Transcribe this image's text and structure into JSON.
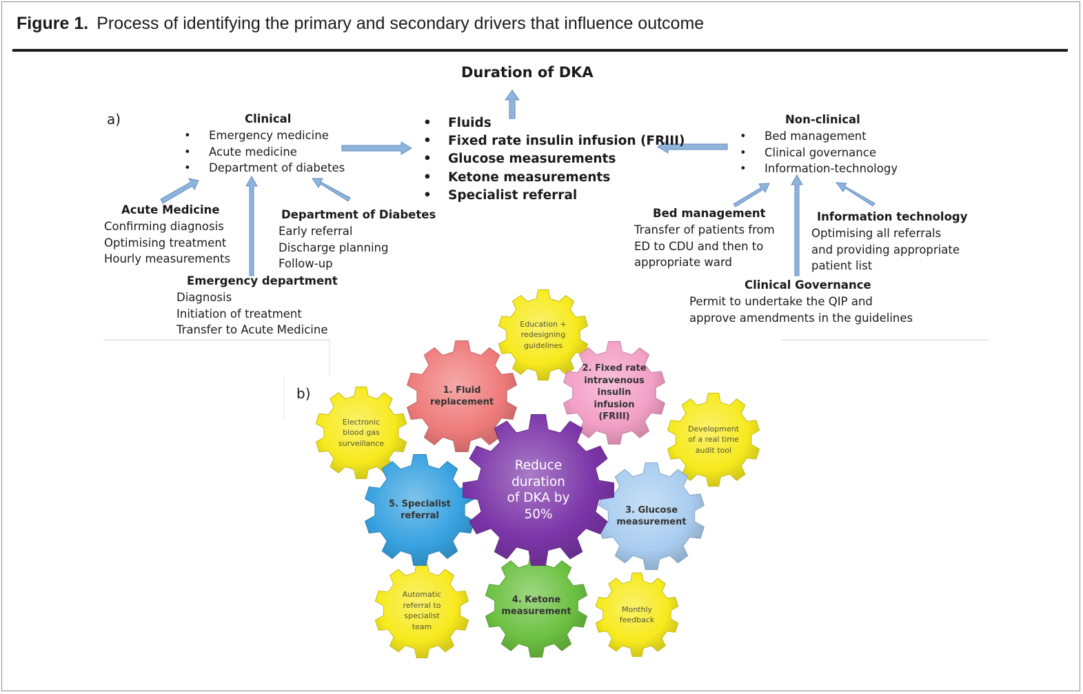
{
  "figure": {
    "label": "Figure 1.",
    "title": "Process of identifying the primary and secondary drivers that influence outcome"
  },
  "panel_a": {
    "label": "a)",
    "outcome": "Duration of DKA",
    "primary_drivers": [
      "Fluids",
      "Fixed rate insulin infusion (FRIII)",
      "Glucose measurements",
      "Ketone  measurements",
      "Specialist referral"
    ],
    "clinical": {
      "title": "Clinical",
      "items": [
        "Emergency medicine",
        "Acute medicine",
        "Department of diabetes"
      ]
    },
    "non_clinical": {
      "title": "Non-clinical",
      "items": [
        "Bed management",
        "Clinical governance",
        "Information-technology"
      ]
    },
    "acute_medicine": {
      "title": "Acute Medicine",
      "lines": [
        "Confirming diagnosis",
        "Optimising treatment",
        "Hourly measurements"
      ]
    },
    "department_of_diabetes": {
      "title": "Department of Diabetes",
      "lines": [
        "Early referral",
        "Discharge planning",
        "Follow-up"
      ]
    },
    "emergency_department": {
      "title": "Emergency department",
      "lines": [
        "Diagnosis",
        "Initiation of treatment",
        "Transfer to Acute Medicine"
      ]
    },
    "bed_management": {
      "title": "Bed management",
      "lines": [
        "Transfer of patients from",
        "ED to CDU and then to",
        "appropriate ward"
      ]
    },
    "information_technology": {
      "title": "Information technology",
      "lines": [
        "Optimising all referrals",
        "and providing appropriate",
        "patient list"
      ]
    },
    "clinical_governance": {
      "title": "Clinical Governance",
      "lines": [
        "Permit to undertake the QIP and",
        "approve amendments in the guidelines"
      ]
    }
  },
  "panel_b": {
    "label": "b)",
    "center": {
      "lines": [
        "Reduce",
        "duration",
        "of DKA by",
        "50%"
      ],
      "color": "#7b35a8"
    },
    "primary": [
      {
        "lines": [
          "1. Fluid",
          "replacement"
        ],
        "color": "#ef7b7b"
      },
      {
        "lines": [
          "2. Fixed rate",
          "intravenous",
          "insulin",
          "infusion",
          "(FRIII)"
        ],
        "color": "#f3a0c6"
      },
      {
        "lines": [
          "3. Glucose",
          "measurement"
        ],
        "color": "#a9cdf0"
      },
      {
        "lines": [
          "4. Ketone",
          "measurement"
        ],
        "color": "#6cc142"
      },
      {
        "lines": [
          "5. Specialist",
          "referral"
        ],
        "color": "#38a2e0"
      }
    ],
    "secondary": [
      {
        "lines": [
          "Education +",
          "redesigning",
          "guidelines"
        ],
        "color": "#f7ea1e"
      },
      {
        "lines": [
          "Electronic",
          "blood gas",
          "surveillance"
        ],
        "color": "#f7ea1e"
      },
      {
        "lines": [
          "Development",
          "of a real time",
          "audit tool"
        ],
        "color": "#f7ea1e"
      },
      {
        "lines": [
          "Automatic",
          "referral to",
          "specialist",
          "team"
        ],
        "color": "#f7ea1e"
      },
      {
        "lines": [
          "Monthly",
          "feedback"
        ],
        "color": "#f7ea1e"
      }
    ]
  },
  "colors": {
    "arrow": "#8fb4dc",
    "arrow_stroke": "#5f8cc0",
    "rule": "#1a1a1a"
  }
}
